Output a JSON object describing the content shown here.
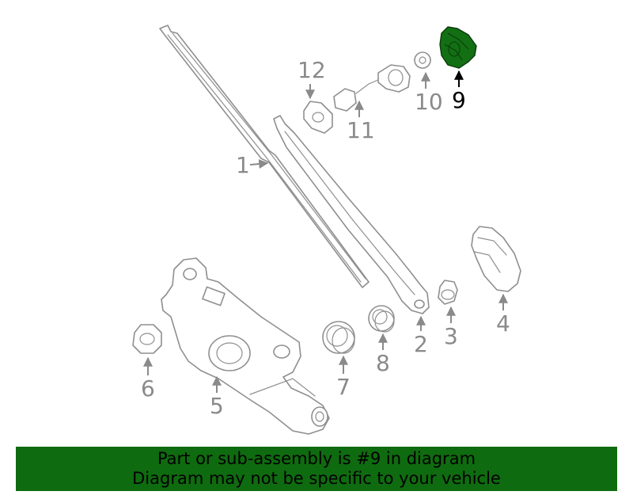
{
  "diagram": {
    "highlighted_part": "9",
    "callouts": {
      "c1": "1",
      "c2": "2",
      "c3": "3",
      "c4": "4",
      "c5": "5",
      "c6": "6",
      "c7": "7",
      "c8": "8",
      "c9": "9",
      "c10": "10",
      "c11": "11",
      "c12": "12"
    }
  },
  "banner": {
    "line1": "Part or sub-assembly is #9 in diagram",
    "line2": "Diagram may not be specific to your vehicle"
  },
  "colors": {
    "highlight": "#136f13",
    "banner": "#0f6b0f",
    "line_art": "#8f8f8f"
  }
}
